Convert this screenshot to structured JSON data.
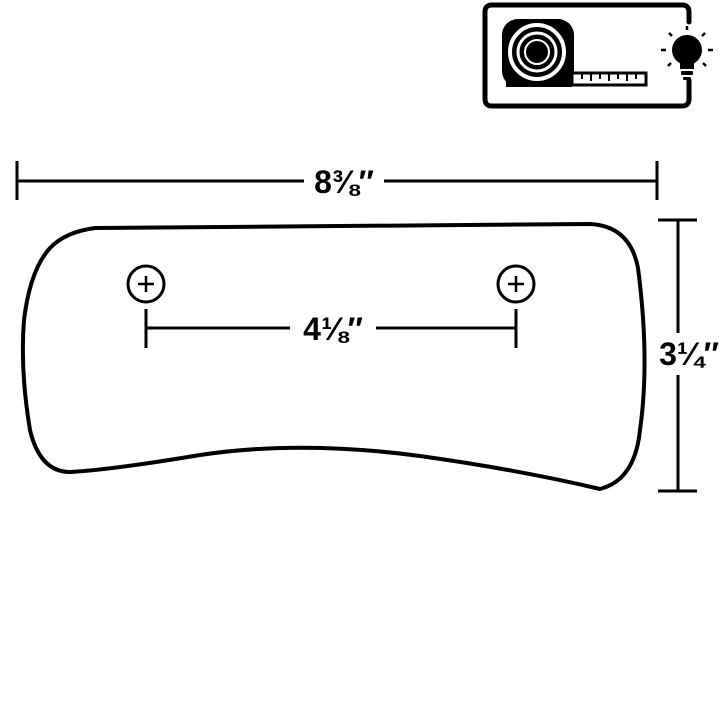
{
  "colors": {
    "stroke": "#000000",
    "background": "#ffffff"
  },
  "icons": {
    "badge": "tape-measure-icon",
    "light": "lightbulb-icon"
  },
  "dimensions": {
    "overall_width": "8⅜″",
    "height": "3¼″",
    "hole_spacing": "4⅛″"
  }
}
